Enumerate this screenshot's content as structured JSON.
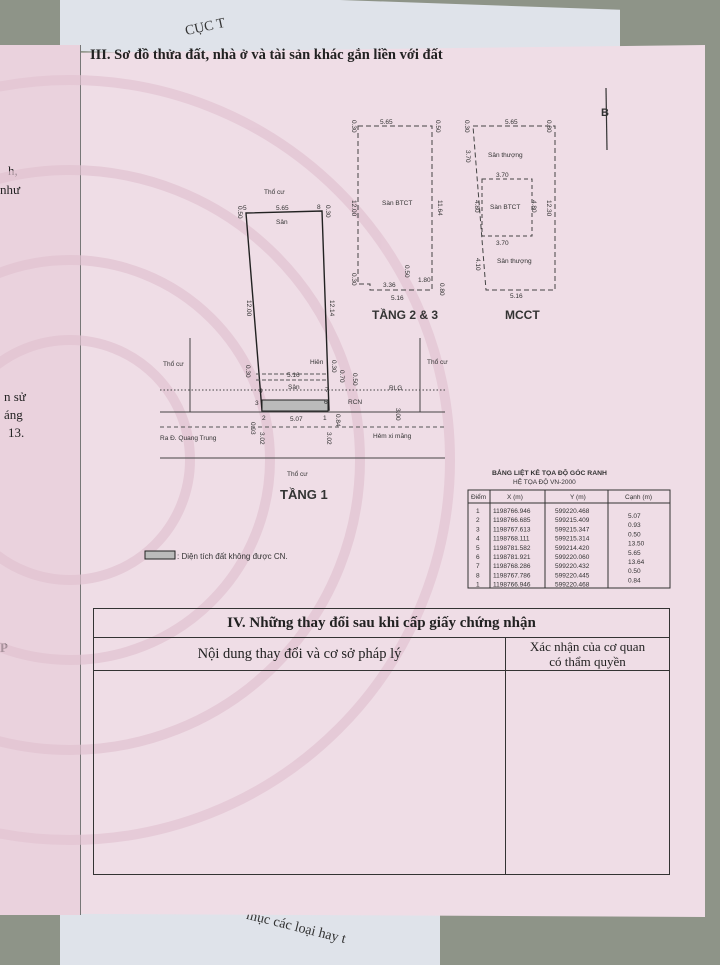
{
  "document": {
    "under_sheet_top_text": "CỤC T",
    "under_sheet_bottom_text": "mục các loại hay t",
    "left_page_fragments": [
      "h,",
      "như",
      "n sử",
      "áng",
      "13.",
      "P"
    ],
    "section3_title": "III. Sơ đồ thửa đất, nhà ở và tài sản khác gắn liền với đất",
    "north_arrow": "B",
    "floor1": {
      "title": "TẦNG 1",
      "neighbor_top": "Thổ cư",
      "neighbor_left": "Thổ cư",
      "neighbor_right": "Thổ cư",
      "neighbor_bottom": "Thổ cư",
      "top_width": "5.65",
      "top_san": "Sân",
      "left_length": "12.00",
      "right_length": "12.14",
      "hien": "Hiên",
      "front_width": "5.16",
      "front_san": "Sân",
      "bottom_width": "5.07",
      "rlg": "RLG",
      "rcn": "RCN",
      "alley_width": "3.00",
      "road": "Ra Đ. Quang Trung",
      "alley": "Hẻm xi măng",
      "offsets": [
        "0.50",
        "0.30",
        "0.30",
        "0.70",
        "0.50",
        "0.30",
        "0.70",
        "0.50",
        "0.93",
        "0.84",
        "3.02",
        "3.02"
      ],
      "points": [
        "1",
        "2",
        "3",
        "4",
        "5",
        "6",
        "7",
        "8"
      ]
    },
    "floor23": {
      "title": "TẦNG 2 & 3",
      "top_width": "5.65",
      "floor_label": "Sàn BTCT",
      "left_length": "12.00",
      "right_length": "11.64",
      "seg1": "3.36",
      "seg2": "1.80",
      "bottom_width": "5.16",
      "offsets": [
        "0.30",
        "0.50",
        "0.30",
        "0.50",
        "0.80"
      ]
    },
    "mcct": {
      "title": "MCCT",
      "top_width": "5.65",
      "roof_top": "Sân thượng",
      "roof_bottom": "Sân thượng",
      "floor_label": "Sàn BTCT",
      "inner_width_top": "3.70",
      "inner_width_bottom": "3.70",
      "left_top": "3.70",
      "left_mid": "4.80",
      "right_mid": "4.80",
      "left_bottom": "4.10",
      "right_length": "12.30",
      "bottom_width": "5.16",
      "offsets": [
        "0.30",
        "0.80"
      ]
    },
    "coord_table": {
      "title": "BẢNG LIỆT KÊ TỌA ĐỘ GÓC RANH",
      "subtitle": "HỆ TỌA ĐỘ VN-2000",
      "headers": [
        "Điểm",
        "X (m)",
        "Y (m)",
        "Cạnh (m)"
      ],
      "rows": [
        [
          "1",
          "1198766.946",
          "599220.468"
        ],
        [
          "2",
          "1198766.685",
          "599215.409"
        ],
        [
          "3",
          "1198767.613",
          "599215.347"
        ],
        [
          "4",
          "1198768.111",
          "599215.314"
        ],
        [
          "5",
          "1198781.582",
          "599214.420"
        ],
        [
          "6",
          "1198781.921",
          "599220.060"
        ],
        [
          "7",
          "1198768.286",
          "599220.432"
        ],
        [
          "8",
          "1198767.786",
          "599220.445"
        ],
        [
          "1",
          "1198766.946",
          "599220.468"
        ]
      ],
      "edges": [
        "5.07",
        "0.93",
        "0.50",
        "13.50",
        "5.65",
        "13.64",
        "0.50",
        "0.84"
      ]
    },
    "legend_text": ": Diện tích đất không được CN.",
    "section4": {
      "title": "IV. Những thay đổi sau khi cấp giấy chứng nhận",
      "col1": "Nội dung thay đổi và cơ sở pháp lý",
      "col2_line1": "Xác nhận của cơ quan",
      "col2_line2": "có thẩm quyền"
    },
    "colors": {
      "paper": "#efdde6",
      "ink": "#222222",
      "floor": "#8e9488"
    }
  }
}
